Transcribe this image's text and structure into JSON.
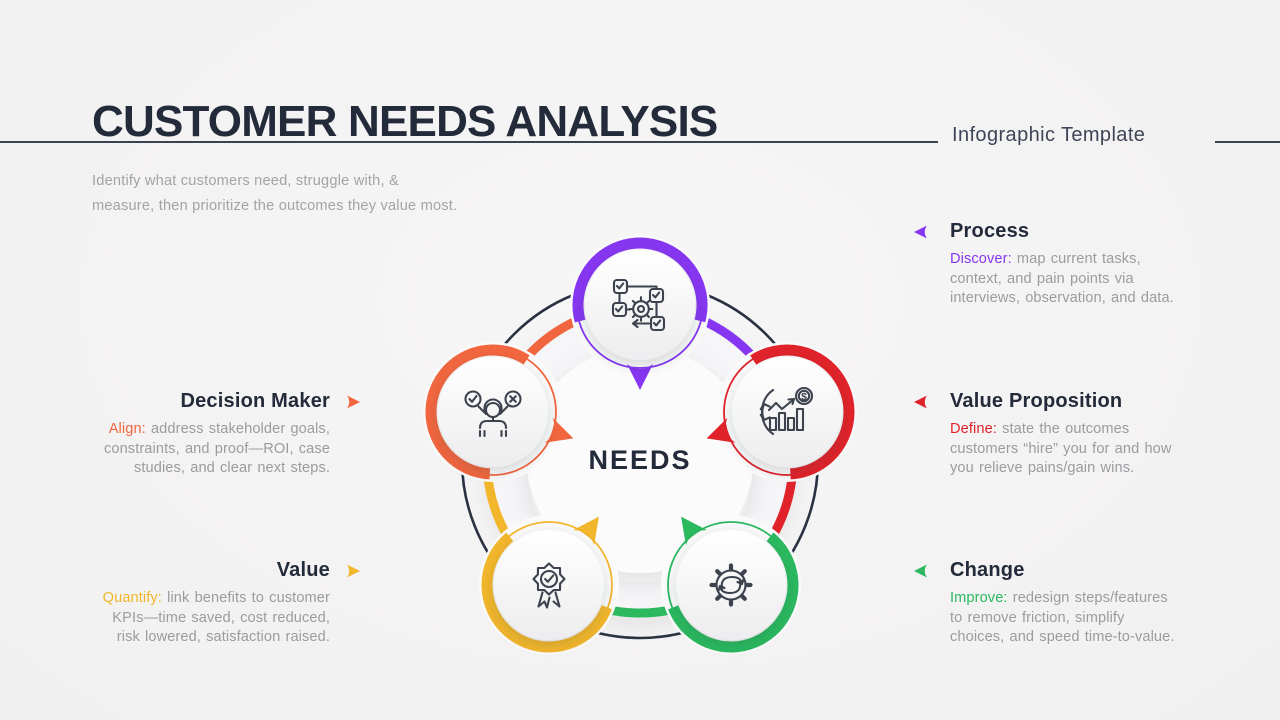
{
  "slide": {
    "title": "CUSTOMER NEEDS ANALYSIS",
    "subtitle": "Infographic Template",
    "description": "Identify what customers need, struggle with, &\nmeasure, then prioritize the outcomes they value most."
  },
  "diagram": {
    "center_label": "NEEDS",
    "node_icons": [
      "workflow-gear-icon",
      "growth-chart-dollar-icon",
      "gear-swap-arrows-icon",
      "award-badge-check-icon",
      "person-decision-check-x-icon"
    ],
    "dollar_glyph": "$"
  },
  "colors": {
    "purple": "#8636F0",
    "red": "#E0232A",
    "green": "#2BB85F",
    "yellow": "#F2B62C",
    "orange": "#F1663F",
    "navy": "#232A3A",
    "icon_ink": "#3C434E",
    "body_gray": "#9B9BA0"
  },
  "sections": [
    {
      "id": "process",
      "title": "Process",
      "keyword": "Discover:",
      "text": "map current tasks,\ncontext, and pain points via\ninterviews, observation, and data."
    },
    {
      "id": "value-proposition",
      "title": "Value Proposition",
      "keyword": "Define:",
      "text": "state the outcomes\ncustomers “hire” you for and how\nyou relieve pains/gain wins."
    },
    {
      "id": "change",
      "title": "Change",
      "keyword": "Improve:",
      "text": "redesign steps/features\nto remove friction, simplify\nchoices, and speed time-to-value."
    },
    {
      "id": "decision-maker",
      "title": "Decision Maker",
      "keyword": "Align:",
      "text": "address stakeholder goals,\nconstraints, and proof—ROI, case\nstudies, and clear next steps."
    },
    {
      "id": "value",
      "title": "Value",
      "keyword": "Quantify:",
      "text": "link benefits to customer\nKPIs—time saved, cost reduced,\nrisk lowered, satisfaction raised."
    }
  ]
}
